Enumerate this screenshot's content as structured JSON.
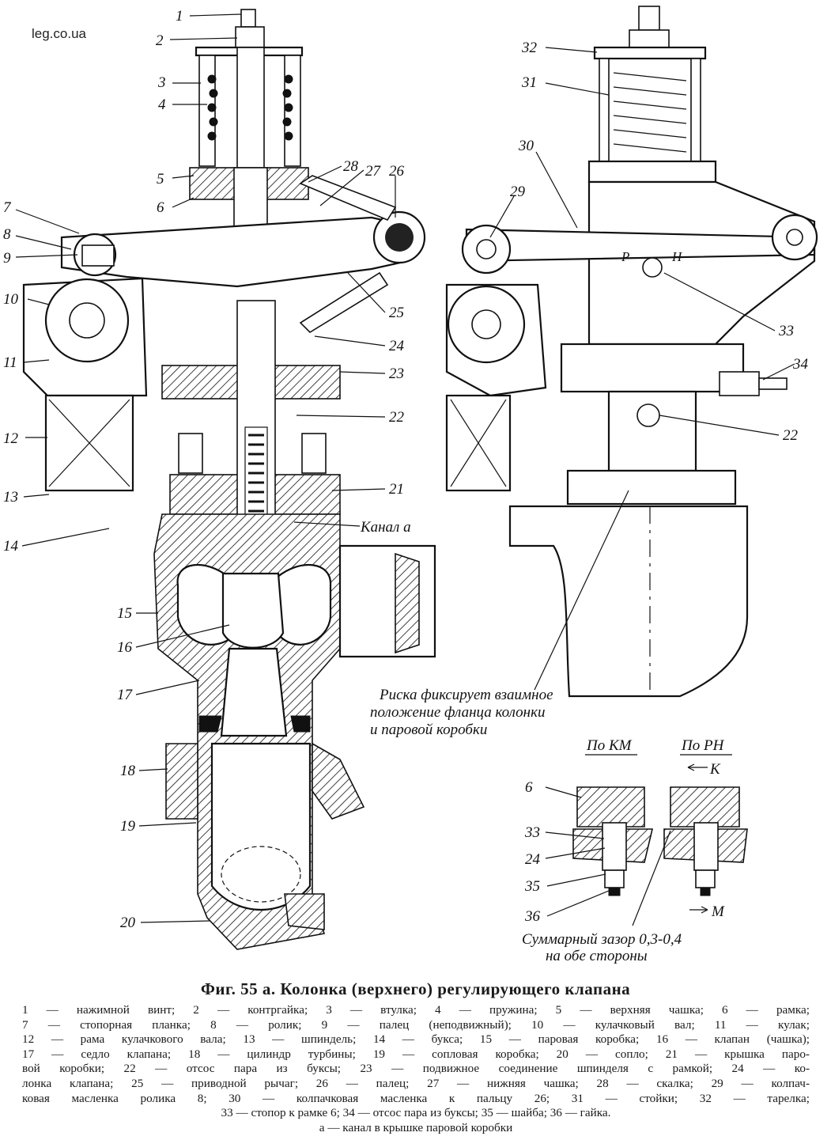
{
  "site": "leg.co.ua",
  "caption": "Фиг. 55 а. Колонка (верхнего) регулирующего клапана",
  "labels": {
    "n1": "1",
    "n2": "2",
    "n3": "3",
    "n4": "4",
    "n5": "5",
    "n6": "6",
    "n7": "7",
    "n8": "8",
    "n9": "9",
    "n10": "10",
    "n11": "11",
    "n12": "12",
    "n13": "13",
    "n14": "14",
    "n15": "15",
    "n16": "16",
    "n17": "17",
    "n18": "18",
    "n19": "19",
    "n20": "20",
    "n21": "21",
    "n22": "22",
    "n23": "23",
    "n24": "24",
    "n25": "25",
    "n26": "26",
    "n27": "27",
    "n28": "28",
    "n29": "29",
    "n30": "30",
    "n31": "31",
    "n32": "32",
    "n33": "33",
    "n34": "34",
    "n35": "35",
    "n36": "36",
    "canal": "Канал а",
    "p": "Р",
    "h": "Н",
    "k": "К",
    "m": "М"
  },
  "notes": {
    "risk_1": "Риска фиксирует взаимное",
    "risk_2": "положение фланца колонки",
    "risk_3": "и паровой коробки",
    "po_km": "По КМ",
    "po_rn": "По РН",
    "gap_1": "Суммарный зазор 0,3-0,4",
    "gap_2": "на обе стороны"
  },
  "legend": [
    "1 — нажимной винт; 2 — контргайка; 3 — втулка; 4 — пружина; 5 — верхняя чашка; 6 — рамка;",
    "7 — стопорная планка; 8 — ролик; 9 — палец (неподвижный); 10 — кулачковый вал; 11 — кулак;",
    "12 — рама кулачкового вала; 13 — шпиндель; 14 — букса; 15 — паровая коробка; 16 — клапан (чашка);",
    "17 — седло клапана; 18 — цилиндр турбины; 19 — сопловая коробка; 20 — сопло; 21 — крышка паро-",
    "вой коробки; 22 — отсос пара из буксы; 23 — подвижное соединение шпинделя с рамкой; 24 — ко-",
    "лонка клапана; 25 — приводной рычаг; 26 — палец; 27 — нижняя чашка; 28 — скалка; 29 — колпач-",
    "ковая масленка ролика 8; 30 — колпачковая масленка к пальцу 26; 31 — стойки; 32 — тарелка;",
    "33 — стопор к рамке 6; 34 — отсос пара из буксы; 35 — шайба; 36 — гайка.",
    "а — канал в крышке паровой коробки"
  ]
}
